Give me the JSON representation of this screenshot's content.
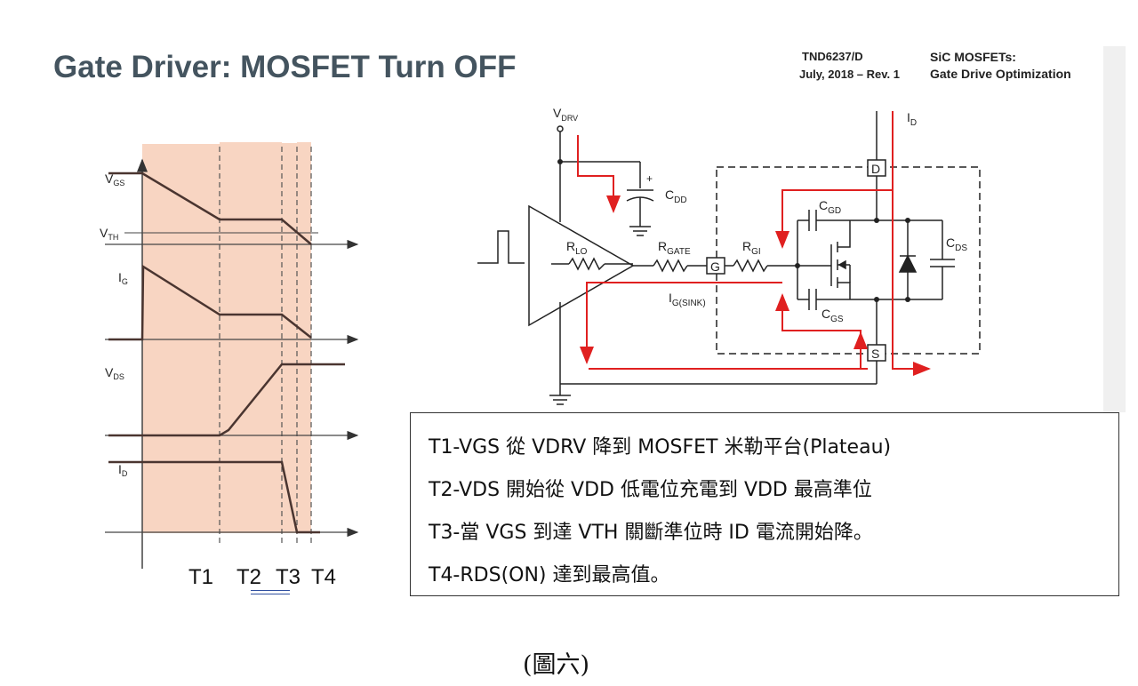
{
  "header": {
    "title": "Gate Driver: MOSFET Turn OFF",
    "doc_id": "TND6237/D",
    "doc_date": "July, 2018 – Rev. 1",
    "doc_title_line1": "SiC MOSFETs:",
    "doc_title_line2": "Gate Drive Optimization"
  },
  "timing_diagram": {
    "signals": [
      {
        "label_main": "V",
        "label_sub": "GS"
      },
      {
        "label_main": "V",
        "label_sub": "TH"
      },
      {
        "label_main": "I",
        "label_sub": "G"
      },
      {
        "label_main": "V",
        "label_sub": "DS"
      },
      {
        "label_main": "I",
        "label_sub": "D"
      }
    ],
    "time_labels": [
      "T1",
      "T2",
      "T3",
      "T4"
    ],
    "shade_color": "#f8d5c2"
  },
  "circuit": {
    "vdrv": {
      "main": "V",
      "sub": "DRV"
    },
    "cdd": {
      "main": "C",
      "sub": "DD"
    },
    "rlo": {
      "main": "R",
      "sub": "LO"
    },
    "rgate": {
      "main": "R",
      "sub": "GATE"
    },
    "rgi": {
      "main": "R",
      "sub": "GI"
    },
    "cgd": {
      "main": "C",
      "sub": "GD"
    },
    "cgs": {
      "main": "C",
      "sub": "GS"
    },
    "cds": {
      "main": "C",
      "sub": "DS"
    },
    "id": {
      "main": "I",
      "sub": "D"
    },
    "ig_sink": {
      "main": "I",
      "sub": "G(SINK)"
    },
    "pin_g": "G",
    "pin_d": "D",
    "pin_s": "S",
    "plus": "+",
    "current_path_color": "#e02020"
  },
  "notes": {
    "line1": "T1-VGS 從 VDRV 降到 MOSFET 米勒平台(Plateau)",
    "line2": "T2-VDS 開始從 VDD 低電位充電到 VDD 最高準位",
    "line3": "T3-當 VGS 到達 VTH 關斷準位時 ID 電流開始降。",
    "line4": "T4-RDS(ON) 達到最高值。"
  },
  "caption": "(圖六)"
}
